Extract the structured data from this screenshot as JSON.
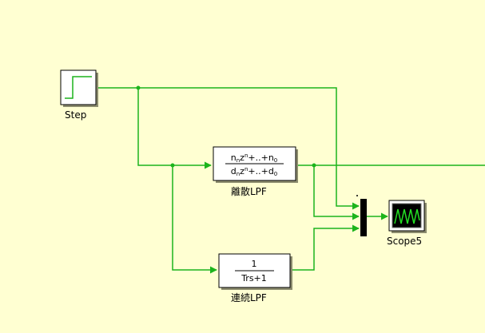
{
  "colors": {
    "background": "#ffffd2",
    "wire": "#1cb41c",
    "block_border": "#000000",
    "block_shadow": "#8c8c6e",
    "scope_screen": "#000000",
    "scope_trace": "#24e024"
  },
  "blocks": {
    "step": {
      "label": "Step",
      "icon": "step-function-icon"
    },
    "discrete_lpf": {
      "label": "離散LPF",
      "numerator": {
        "base1": "n",
        "sub1": "n",
        "base2": "z",
        "sup2": "n",
        "mid": "+..+",
        "base3": "n",
        "sub3": "0"
      },
      "denominator": {
        "base1": "d",
        "sub1": "n",
        "base2": "z",
        "sup2": "n",
        "mid": "+..+",
        "base3": "d",
        "sub3": "0"
      }
    },
    "continuous_lpf": {
      "label": "連続LPF",
      "numerator": "1",
      "denominator": "Trs+1"
    },
    "mux": {
      "icon": "mux-bar-icon"
    },
    "scope": {
      "label": "Scope5",
      "icon": "oscilloscope-icon"
    }
  }
}
